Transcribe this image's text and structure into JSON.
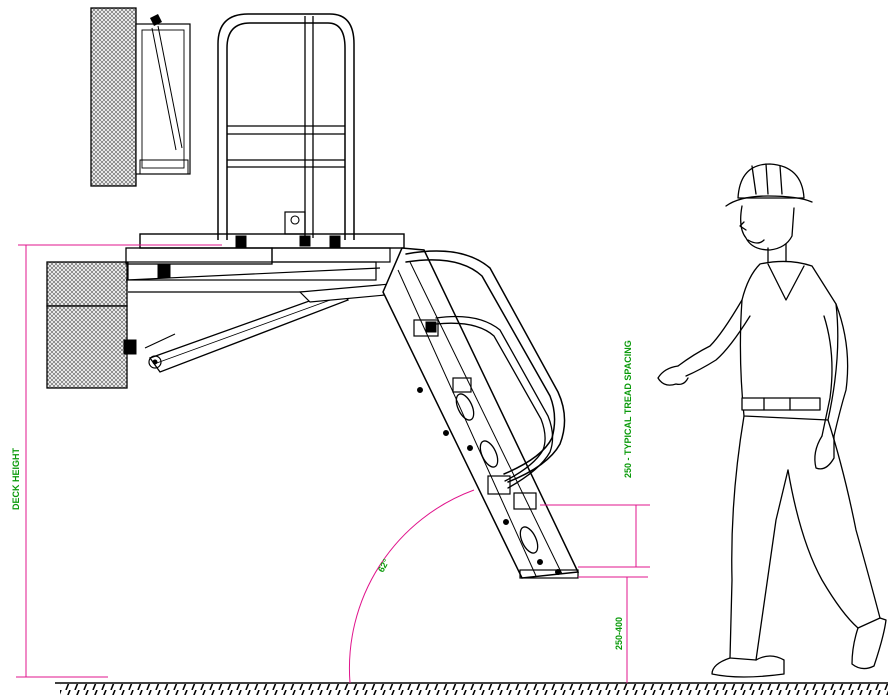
{
  "labels": {
    "deck_height": "DECK HEIGHT",
    "tread_spacing": "250 - TYPICAL TREAD SPACING",
    "bottom_clearance": "250-400",
    "angle": "62°"
  },
  "colors": {
    "line": "#000000",
    "dimension_line": "#e0148c",
    "dimension_text": "#0a9a0a",
    "hatch": "#8a8a8a"
  }
}
